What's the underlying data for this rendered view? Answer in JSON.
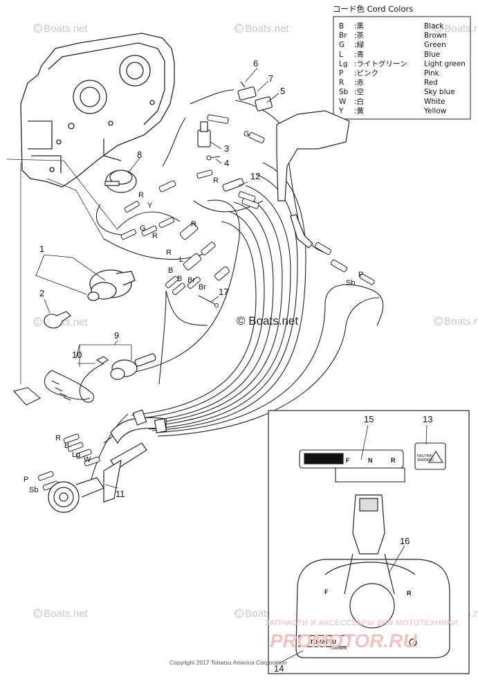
{
  "watermarks": [
    "© Boats.net",
    "© Boats.net",
    "© Boats.net",
    "© Boats.net",
    "© Boats.net",
    "© Boats.net",
    "© Boats.net",
    "© Boats.net",
    "© Boats.net"
  ],
  "center_watermark": "© Boats.net",
  "copyright": "Copyright 2017 Tohatsu America Corporation",
  "ru_watermark_line1": "ЗАПЧАСТИ И АКСЕССУАРЫ ДЛЯ МОТОТЕХНИКИ",
  "ru_watermark_line2": "PROMOTOR.RU",
  "brand_label": "TOHATSU",
  "brand_sub": "Outboards",
  "cord_colors": {
    "title": "コード色 Cord Colors",
    "rows": [
      {
        "code": "B",
        "jp": ":黒",
        "en": "Black"
      },
      {
        "code": "Br",
        "jp": ":茶",
        "en": "Brown"
      },
      {
        "code": "G",
        "jp": ":緑",
        "en": "Green"
      },
      {
        "code": "L",
        "jp": ":青",
        "en": "Blue"
      },
      {
        "code": "Lg",
        "jp": ":ライトグリーン",
        "en": "Light green"
      },
      {
        "code": "P",
        "jp": ":ピンク",
        "en": "Pink"
      },
      {
        "code": "R",
        "jp": ":赤",
        "en": "Red"
      },
      {
        "code": "Sb",
        "jp": ":空",
        "en": "Sky blue"
      },
      {
        "code": "W",
        "jp": ":白",
        "en": "White"
      },
      {
        "code": "Y",
        "jp": ":黄",
        "en": "Yellow"
      }
    ]
  },
  "part_numbers": [
    "1",
    "2",
    "3",
    "4",
    "5",
    "6",
    "7",
    "8",
    "9",
    "10",
    "11",
    "12",
    "13",
    "14",
    "15",
    "16",
    "17"
  ],
  "wire_labels": [
    "G",
    "R",
    "Y",
    "R",
    "G",
    "R",
    "R",
    "R",
    "L",
    "B",
    "B",
    "Br",
    "Br",
    "P",
    "Sb",
    "R",
    "B",
    "Lg",
    "W",
    "P",
    "Sb"
  ],
  "neutral_indicator": [
    "F",
    "N",
    "R"
  ],
  "lever_marks": [
    "F",
    "R"
  ],
  "panel_label": [
    "NEUTRAL",
    "WARNING"
  ]
}
